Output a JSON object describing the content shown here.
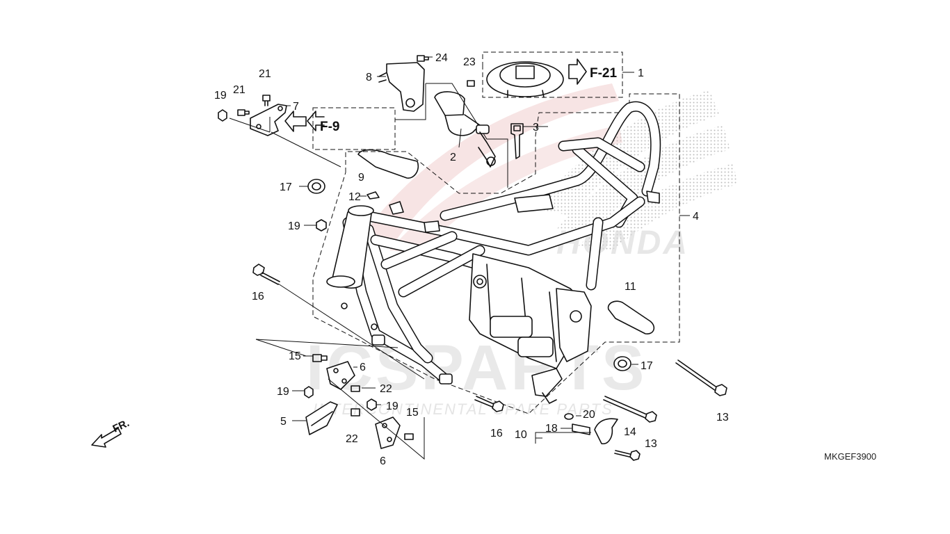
{
  "diagram": {
    "drawing_code": "MKGEF3900",
    "direction_label": "FR.",
    "references": [
      "F-21",
      "F-9"
    ],
    "watermark": {
      "brand": "ICSPARTS",
      "tagline": "INTERCONTINENTAL SPARE PARTS",
      "maker": "HONDA"
    },
    "callouts": [
      "1",
      "2",
      "3",
      "4",
      "5",
      "6",
      "6",
      "7",
      "8",
      "9",
      "10",
      "11",
      "12",
      "13",
      "13",
      "14",
      "15",
      "15",
      "16",
      "16",
      "17",
      "17",
      "18",
      "19",
      "19",
      "19",
      "19",
      "20",
      "21",
      "21",
      "22",
      "22",
      "23",
      "24"
    ]
  }
}
